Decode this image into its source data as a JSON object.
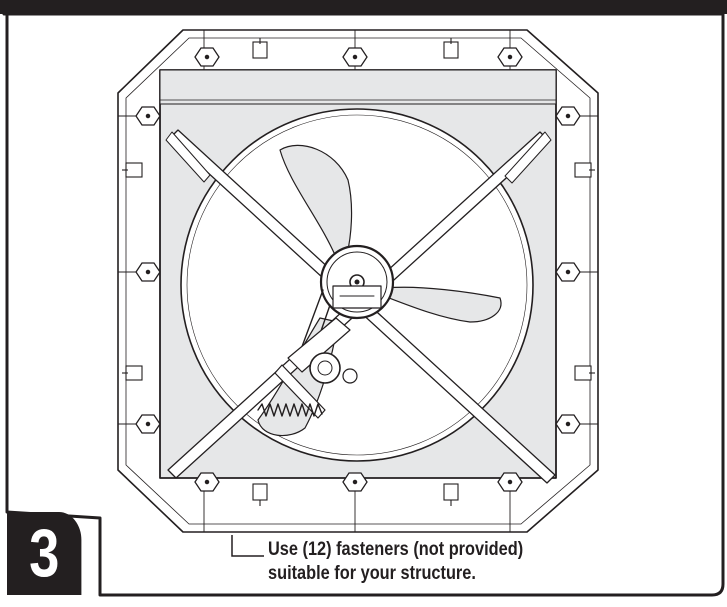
{
  "step": {
    "number": "3"
  },
  "caption": {
    "line1": "Use (12) fasteners (not provided)",
    "line2": "suitable for your structure."
  },
  "colors": {
    "ink": "#231f20",
    "panel_fill": "#e6e7e8",
    "background": "#ffffff"
  }
}
